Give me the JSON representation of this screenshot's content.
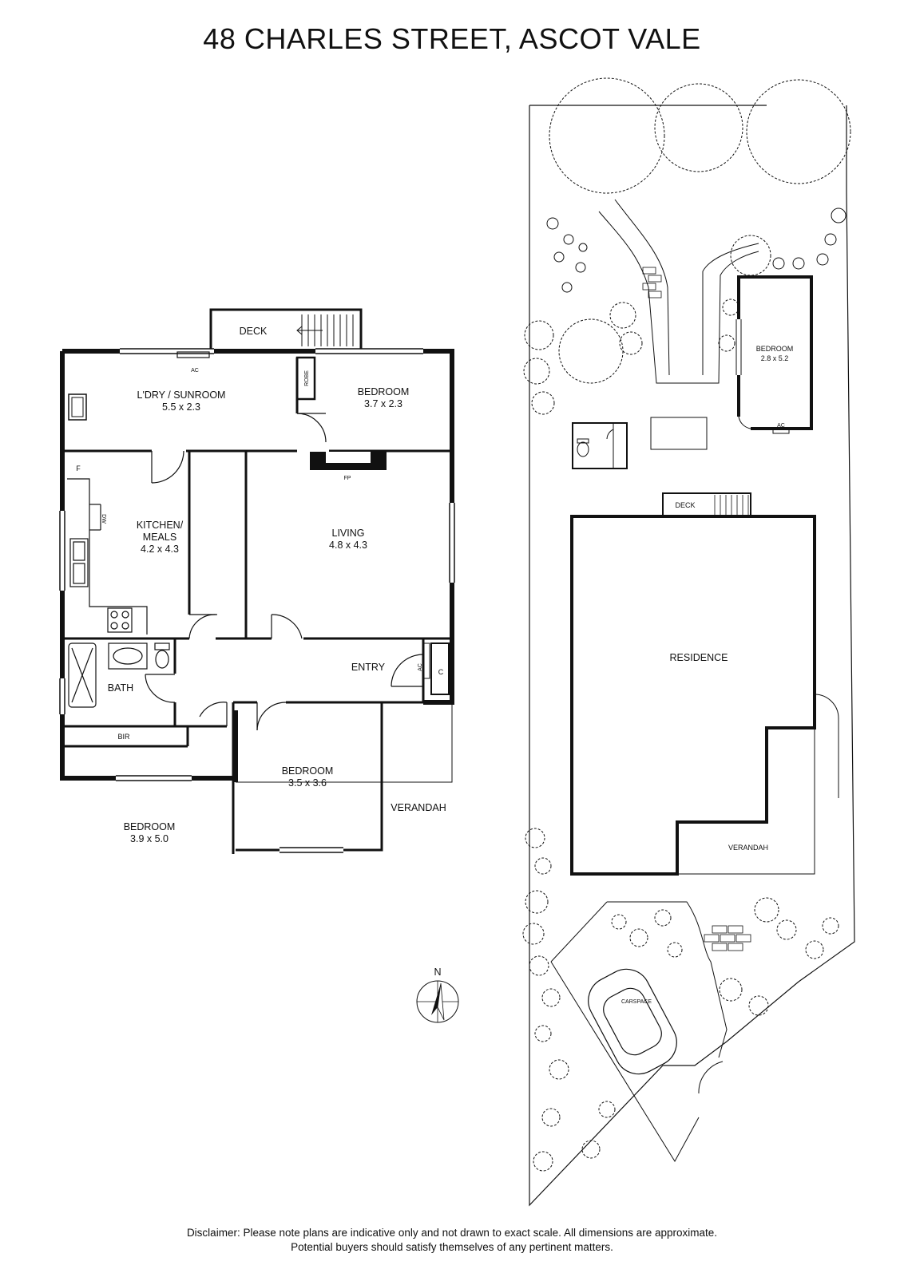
{
  "title": "48 CHARLES STREET, ASCOT VALE",
  "disclaimer": {
    "line1": "Disclaimer: Please note plans are indicative only and not drawn to exact scale. All dimensions are approximate.",
    "line2": "Potential buyers should satisfy themselves of any pertinent matters."
  },
  "floorplan": {
    "deck": "DECK",
    "laundry_sunroom": {
      "name": "L'DRY / SUNROOM",
      "size": "5.5 x 2.3"
    },
    "ac_top": "AC",
    "robe": "ROBE",
    "bedroom_rear": {
      "name": "BEDROOM",
      "size": "3.7 x 2.3"
    },
    "fridge": "F",
    "dishwasher": "DW",
    "kitchen": {
      "name": "KITCHEN/",
      "name2": "MEALS",
      "size": "4.2 x 4.3"
    },
    "fireplace": "FP",
    "living": {
      "name": "LIVING",
      "size": "4.8 x 4.3"
    },
    "bath": "BATH",
    "entry": "ENTRY",
    "ac_entry": "AC",
    "cupboard": "C",
    "bir": "BIR",
    "bedroom_middle": {
      "name": "BEDROOM",
      "size": "3.5 x 3.6"
    },
    "verandah": "VERANDAH",
    "bedroom_front": {
      "name": "BEDROOM",
      "size": "3.9 x 5.0"
    }
  },
  "siteplan": {
    "bedroom": {
      "name": "BEDROOM",
      "size": "2.8 x 5.2"
    },
    "ac": "AC",
    "deck": "DECK",
    "residence": "RESIDENCE",
    "verandah": "VERANDAH",
    "carspace": "CARSPACE"
  },
  "compass": {
    "north": "N"
  }
}
